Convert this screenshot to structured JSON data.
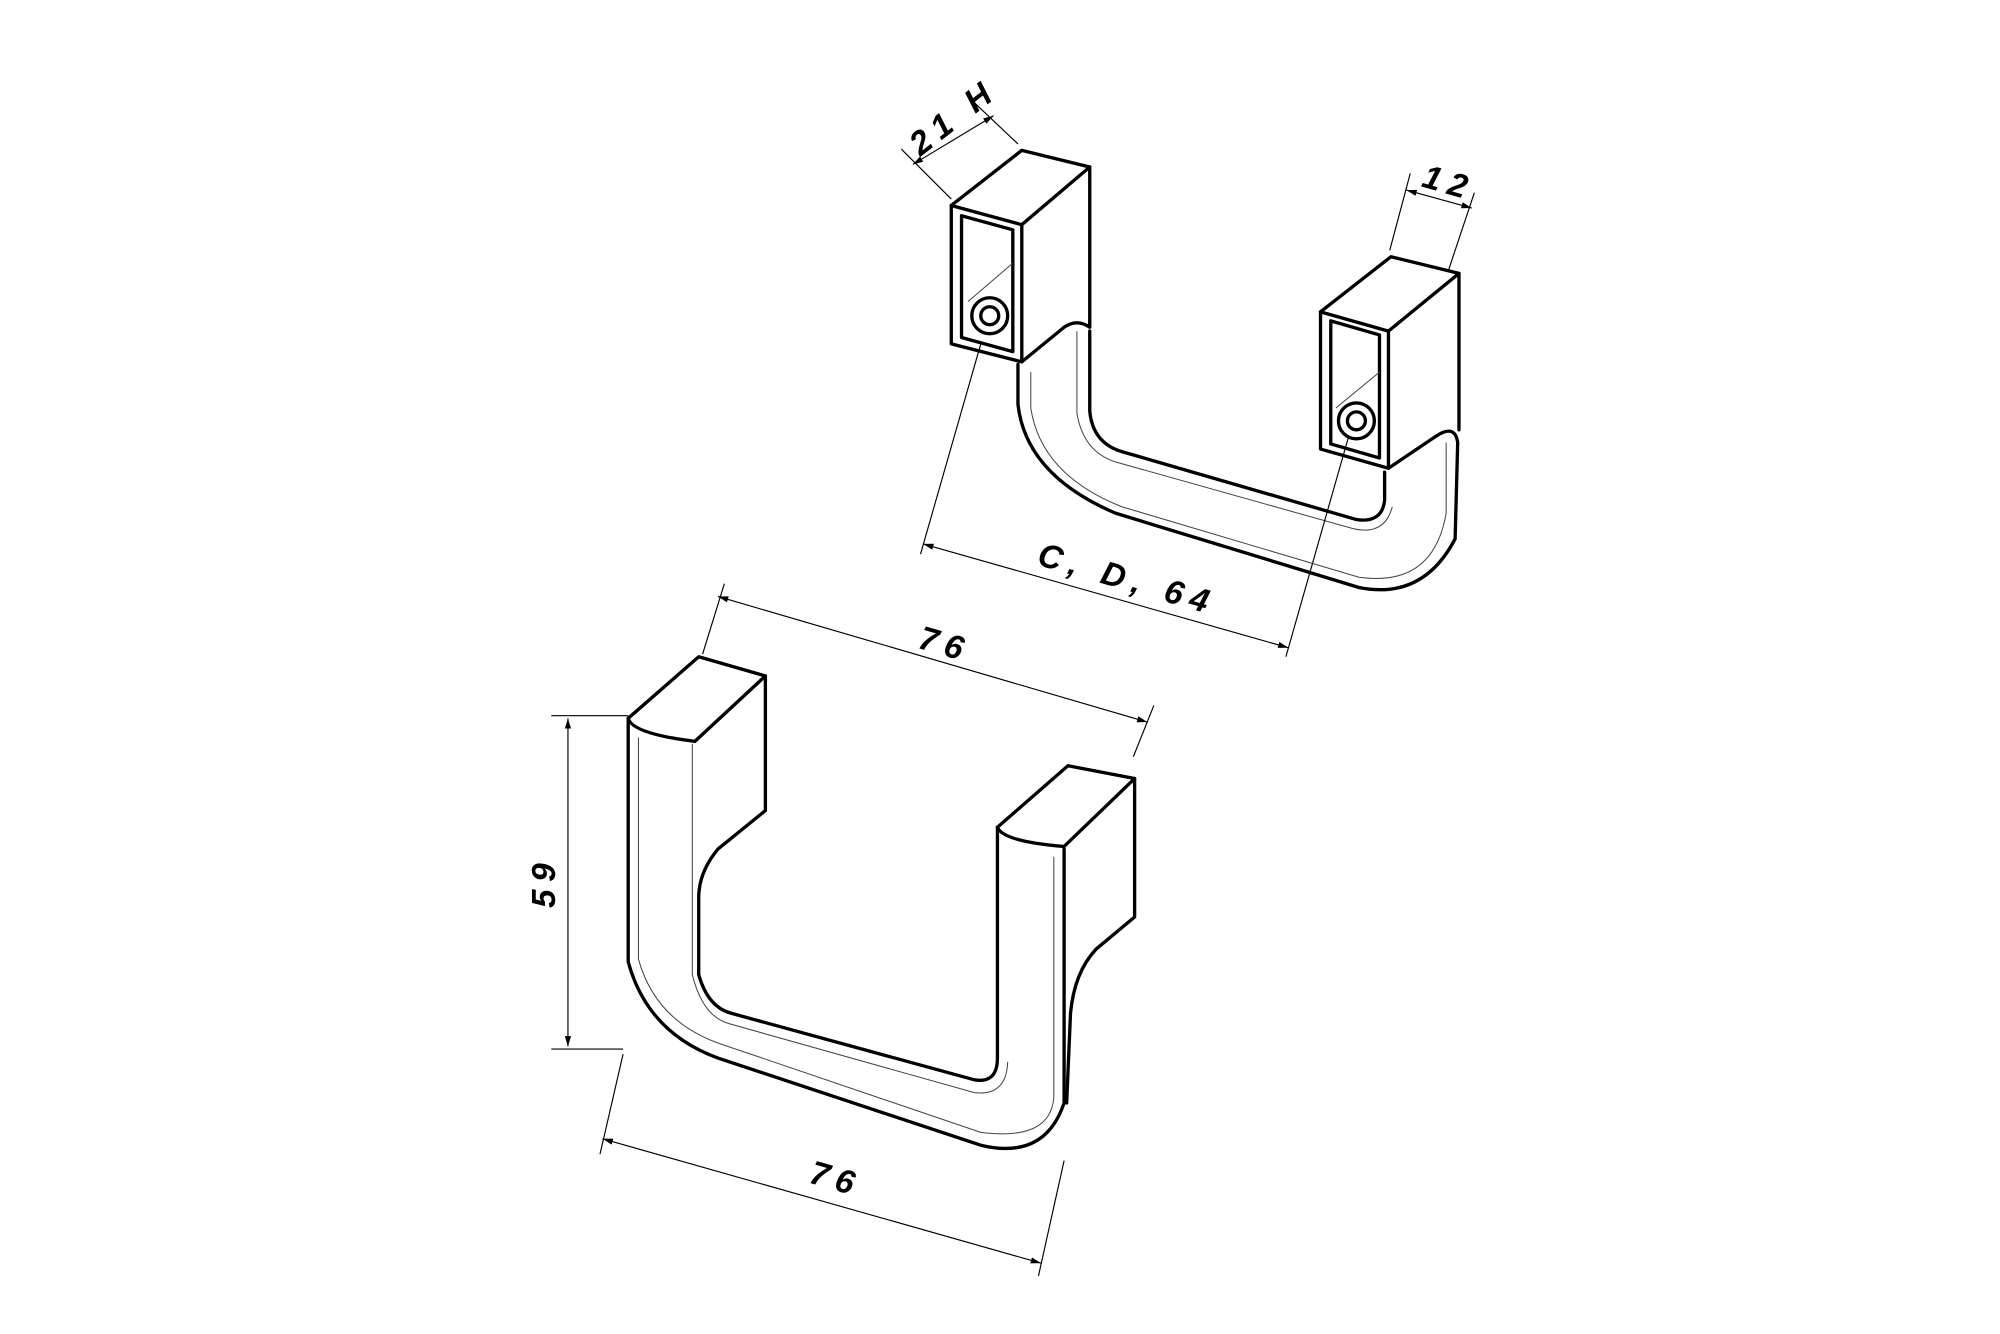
{
  "dimensions": {
    "depth_top": "21 H",
    "width_top": "12",
    "center_distance": "C, D, 64",
    "length_top": "76",
    "length_bottom": "76",
    "height": "59"
  },
  "colors": {
    "line": "#000000",
    "background": "#ffffff"
  }
}
